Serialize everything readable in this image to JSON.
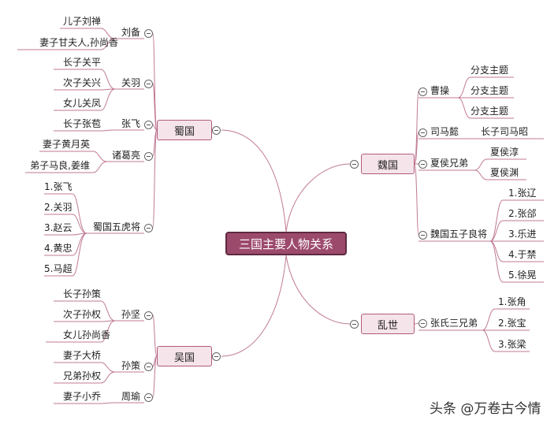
{
  "central": "三国主要人物关系",
  "shu": {
    "name": "蜀国",
    "liubei": {
      "name": "刘备",
      "children": [
        "儿子刘禅",
        "妻子甘夫人,孙尚香"
      ]
    },
    "guanyu": {
      "name": "关羽",
      "children": [
        "长子关平",
        "次子关兴",
        "女儿关凤"
      ]
    },
    "zhangfei": {
      "name": "张飞",
      "children": [
        "长子张苞"
      ]
    },
    "zhuge": {
      "name": "诸葛亮",
      "children": [
        "妻子黄月英",
        "弟子马良,姜维"
      ]
    },
    "tiger": {
      "name": "蜀国五虎将",
      "children": [
        "1.张飞",
        "2.关羽",
        "3.赵云",
        "4.黄忠",
        "5.马超"
      ]
    }
  },
  "wu": {
    "name": "吴国",
    "sunjian": {
      "name": "孙坚",
      "children": [
        "长子孙策",
        "次子孙权",
        "女儿孙尚香"
      ]
    },
    "sunce": {
      "name": "孙策",
      "children": [
        "妻子大桥",
        "兄弟孙权"
      ]
    },
    "zhouyu": {
      "name": "周瑜",
      "children": [
        "妻子小乔"
      ]
    }
  },
  "wei": {
    "name": "魏国",
    "caocao": {
      "name": "曹操",
      "children": [
        "分支主题",
        "分支主题",
        "分支主题"
      ]
    },
    "simayi": {
      "name": "司马懿",
      "children": [
        "长子司马昭"
      ]
    },
    "xiahou": {
      "name": "夏侯兄弟",
      "children": [
        "夏侯淳",
        "夏侯渊"
      ]
    },
    "generals": {
      "name": "魏国五子良将",
      "children": [
        "1.张辽",
        "2.张郃",
        "3.乐进",
        "4.于禁",
        "5.徐晃"
      ]
    }
  },
  "luanshi": {
    "name": "乱世",
    "zhang": {
      "name": "张氏三兄弟",
      "children": [
        "1.张角",
        "2.张宝",
        "3.张梁"
      ]
    }
  },
  "watermark": "头条 @万卷古今情",
  "colors": {
    "line": "#c07a95",
    "box_fill": "#f5e4ea",
    "box_border": "#b25a7c",
    "central_fill": "#9c4a6c"
  }
}
